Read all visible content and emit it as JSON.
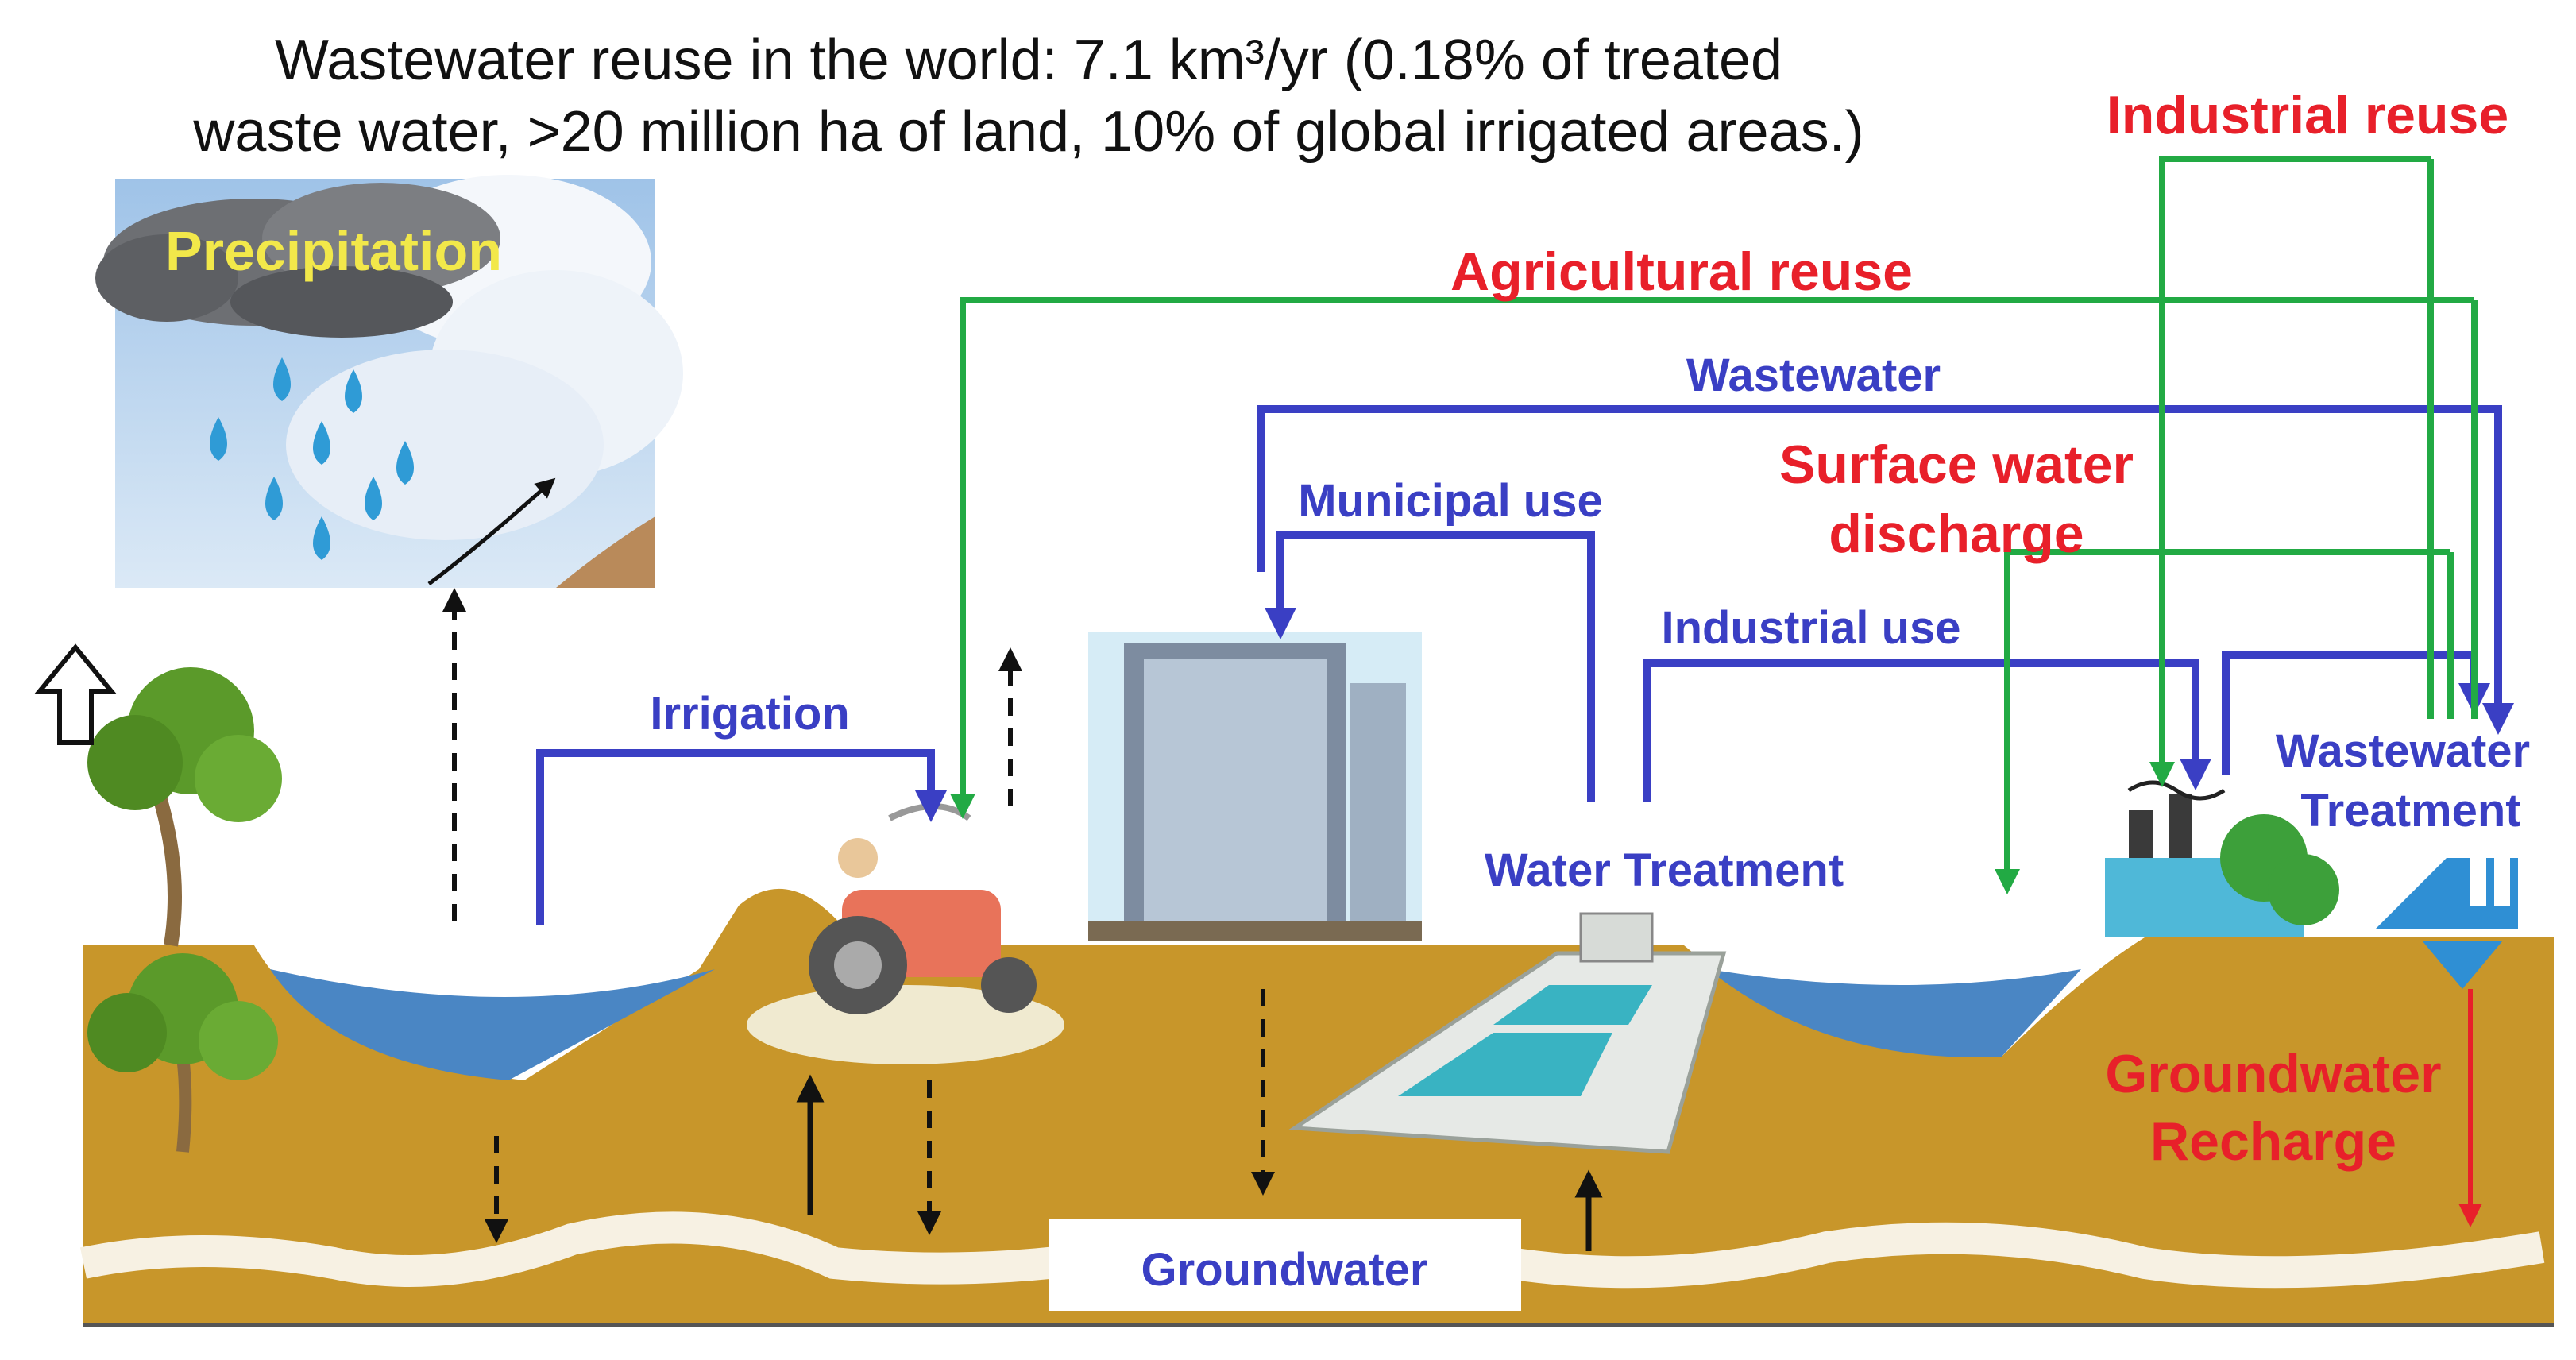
{
  "title": {
    "line1": "Wastewater reuse in the world: 7.1 km³/yr (0.18% of treated",
    "line2": "waste water, >20 million ha of land, 10% of global irrigated areas.)"
  },
  "labels": {
    "precipitation": "Precipitation",
    "industrial_reuse": "Industrial reuse",
    "agricultural_reuse": "Agricultural reuse",
    "wastewater": "Wastewater",
    "surface_water_line1": "Surface water",
    "surface_water_line2": "discharge",
    "municipal_use": "Municipal use",
    "industrial_use": "Industrial use",
    "irrigation": "Irrigation",
    "water_treatment": "Water Treatment",
    "wastewater_treatment_line1": "Wastewater",
    "wastewater_treatment_line2": "Treatment",
    "groundwater_recharge_line1": "Groundwater",
    "groundwater_recharge_line2": "Recharge",
    "groundwater": "Groundwater"
  },
  "colors": {
    "reuse_flow": "#22aa44",
    "use_flow": "#3a3fc4",
    "red_label": "#e8202a",
    "blue_label": "#3a3fc4",
    "soil": "#c8962a",
    "water": "#4a86c4",
    "precip_text": "#f2e84a"
  }
}
